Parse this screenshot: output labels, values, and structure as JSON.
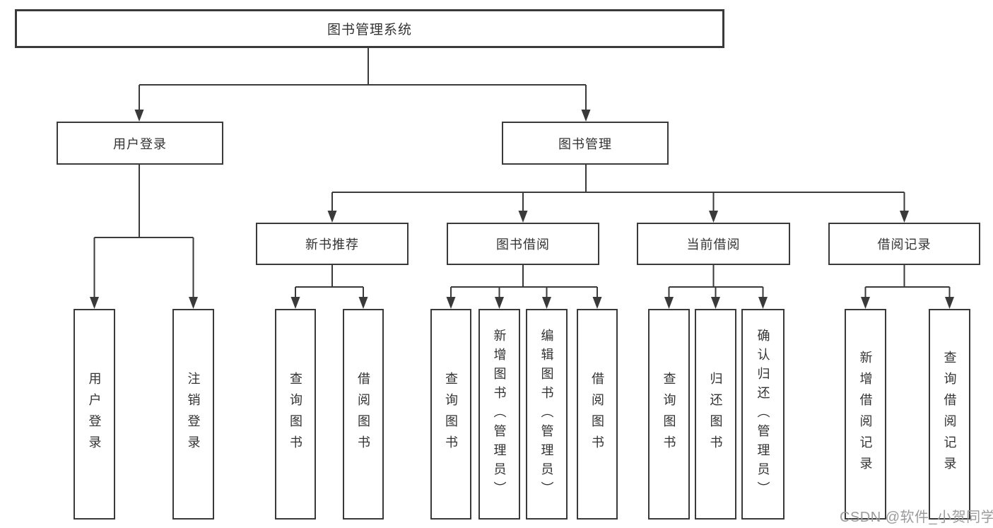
{
  "diagram_title": "图书管理系统",
  "watermark": "CSDN @软件_小贺同学",
  "colors": {
    "line": "#3a3a3a",
    "text": "#333333",
    "background": "#ffffff",
    "watermark": "#9b9b9d"
  },
  "nodes": {
    "root": "图书管理系统",
    "user_login": "用户登录",
    "book_management": "图书管理",
    "new_book_recommend": "新书推荐",
    "book_borrow": "图书借阅",
    "current_borrow": "当前借阅",
    "borrow_record": "借阅记录",
    "leaf_user_login": "用户登录",
    "leaf_logout_login": "注销登录",
    "leaf_query_book_newrec": "查询图书",
    "leaf_borrow_book_newrec": "借阅图书",
    "leaf_query_book_borrow": "查询图书",
    "leaf_add_book_admin": "新增图书（管理员）",
    "leaf_edit_book_admin": "编辑图书（管理员）",
    "leaf_borrow_book_borrow": "借阅图书",
    "leaf_query_book_current": "查询图书",
    "leaf_return_book": "归还图书",
    "leaf_confirm_return_admin": "确认归还（管理员）",
    "leaf_add_borrow_record": "新增借阅记录",
    "leaf_query_borrow_record": "查询借阅记录"
  },
  "tree": {
    "图书管理系统": {
      "用户登录": [
        "用户登录",
        "注销登录"
      ],
      "图书管理": {
        "新书推荐": [
          "查询图书",
          "借阅图书"
        ],
        "图书借阅": [
          "查询图书",
          "新增图书（管理员）",
          "编辑图书（管理员）",
          "借阅图书"
        ],
        "当前借阅": [
          "查询图书",
          "归还图书",
          "确认归还（管理员）"
        ],
        "借阅记录": [
          "新增借阅记录",
          "查询借阅记录"
        ]
      }
    }
  }
}
